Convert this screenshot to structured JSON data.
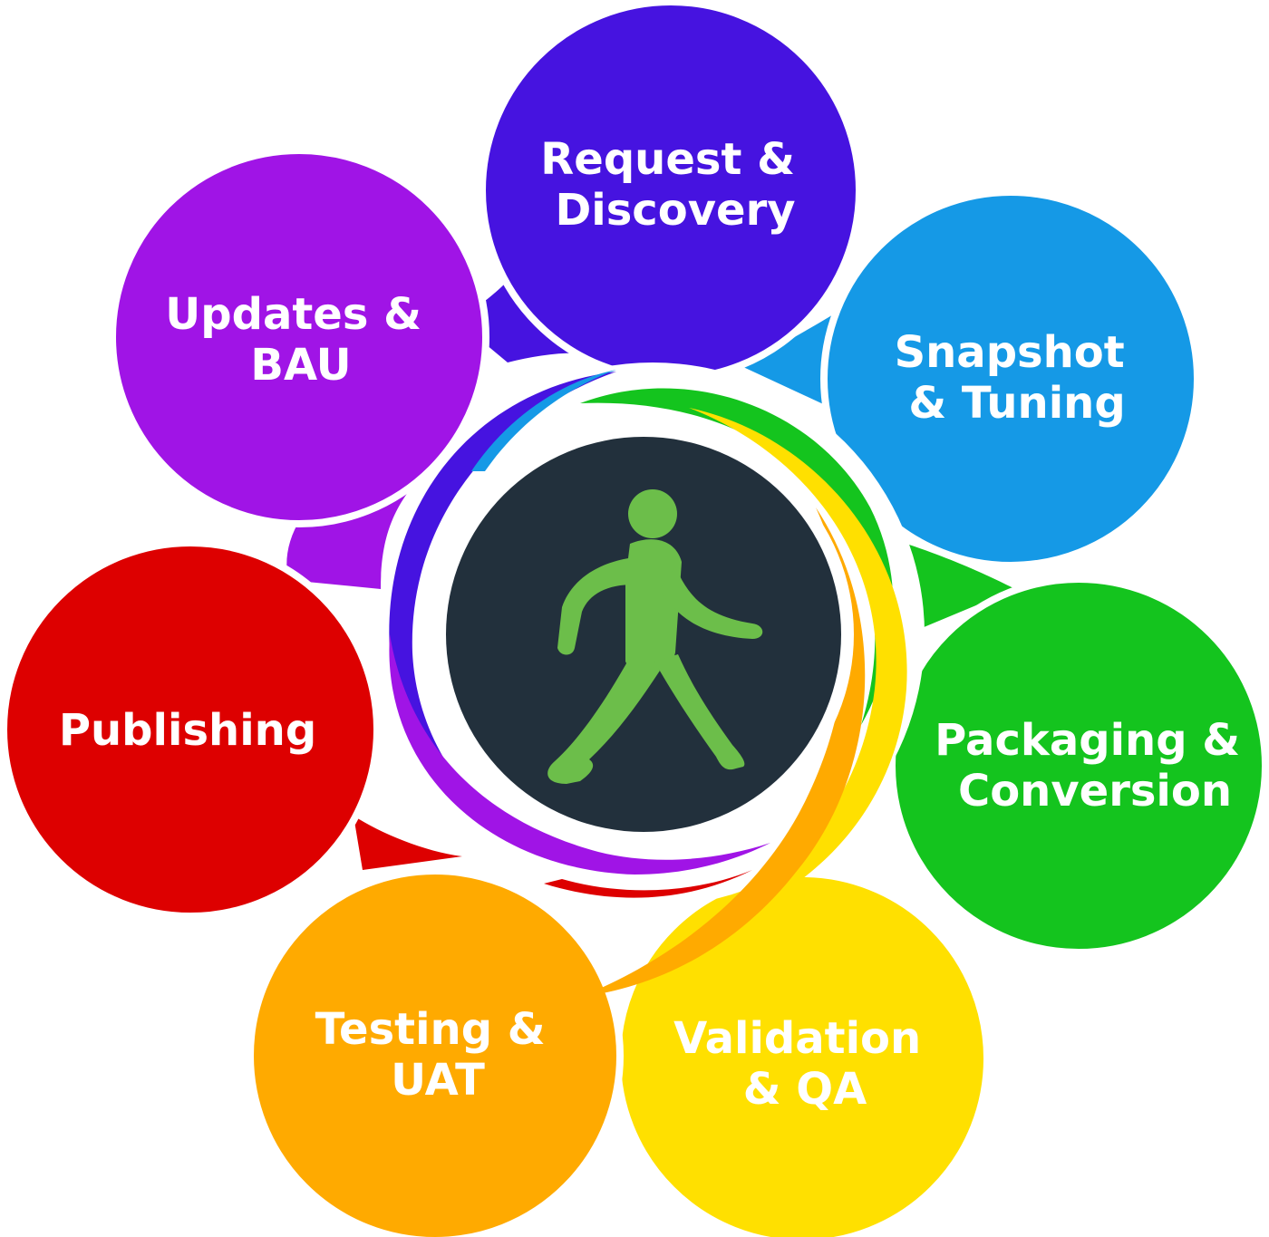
{
  "stages": [
    {
      "id": "request",
      "line1": "Request &",
      "line2": "Discovery",
      "color": "#4613E0"
    },
    {
      "id": "snapshot",
      "line1": "Snapshot",
      "line2": "& Tuning",
      "color": "#1599E6"
    },
    {
      "id": "packaging",
      "line1": "Packaging &",
      "line2": "Conversion",
      "color": "#14C41E"
    },
    {
      "id": "validation",
      "line1": "Validation",
      "line2": "& QA",
      "color": "#FFE000"
    },
    {
      "id": "testing",
      "line1": "Testing &",
      "line2": "UAT",
      "color": "#FFAA00"
    },
    {
      "id": "publishing",
      "line1": "Publishing",
      "line2": "",
      "color": "#DD0000"
    },
    {
      "id": "updates",
      "line1": "Updates &",
      "line2": "BAU",
      "color": "#A014E6"
    }
  ],
  "center": {
    "background": "#22303C",
    "figure_color": "#6CBE4A",
    "icon": "walking-person-icon"
  }
}
